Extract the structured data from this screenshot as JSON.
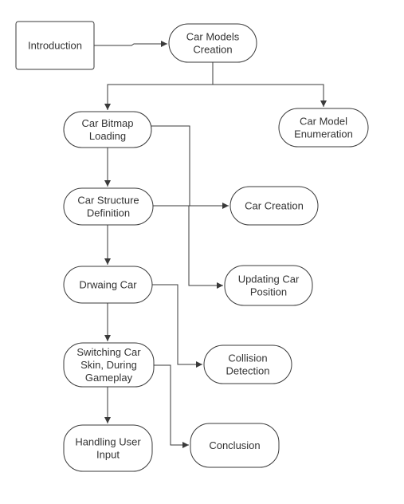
{
  "diagram": {
    "colors": {
      "stroke": "#3a3a3a",
      "text": "#333333",
      "fill": "#ffffff"
    },
    "nodes": [
      {
        "id": "intro",
        "shape": "rect",
        "lines": [
          "Introduction"
        ]
      },
      {
        "id": "models",
        "shape": "pill",
        "lines": [
          "Car Models",
          "Creation"
        ]
      },
      {
        "id": "bitmap",
        "shape": "pill",
        "lines": [
          "Car Bitmap",
          "Loading"
        ]
      },
      {
        "id": "enum",
        "shape": "pill",
        "lines": [
          "Car Model",
          "Enumeration"
        ]
      },
      {
        "id": "structure",
        "shape": "pill",
        "lines": [
          "Car Structure",
          "Definition"
        ]
      },
      {
        "id": "creation",
        "shape": "pill",
        "lines": [
          "Car Creation"
        ]
      },
      {
        "id": "drawing",
        "shape": "pill",
        "lines": [
          "Drwaing Car"
        ]
      },
      {
        "id": "updating",
        "shape": "pill",
        "lines": [
          "Updating Car",
          "Position"
        ]
      },
      {
        "id": "switching",
        "shape": "pill",
        "lines": [
          "Switching Car",
          "Skin, During",
          "Gameplay"
        ]
      },
      {
        "id": "collision",
        "shape": "pill",
        "lines": [
          "Collision",
          "Detection"
        ]
      },
      {
        "id": "input",
        "shape": "pill",
        "lines": [
          "Handling User",
          "Input"
        ]
      },
      {
        "id": "conclusion",
        "shape": "pill",
        "lines": [
          "Conclusion"
        ]
      }
    ],
    "edges": [
      {
        "from": "intro",
        "to": "models"
      },
      {
        "from": "models",
        "to": "bitmap"
      },
      {
        "from": "models",
        "to": "enum"
      },
      {
        "from": "bitmap",
        "to": "structure"
      },
      {
        "from": "bitmap",
        "to": "creation"
      },
      {
        "from": "structure",
        "to": "drawing"
      },
      {
        "from": "structure",
        "to": "updating"
      },
      {
        "from": "drawing",
        "to": "switching"
      },
      {
        "from": "drawing",
        "to": "collision"
      },
      {
        "from": "switching",
        "to": "input"
      },
      {
        "from": "switching",
        "to": "conclusion"
      }
    ]
  }
}
